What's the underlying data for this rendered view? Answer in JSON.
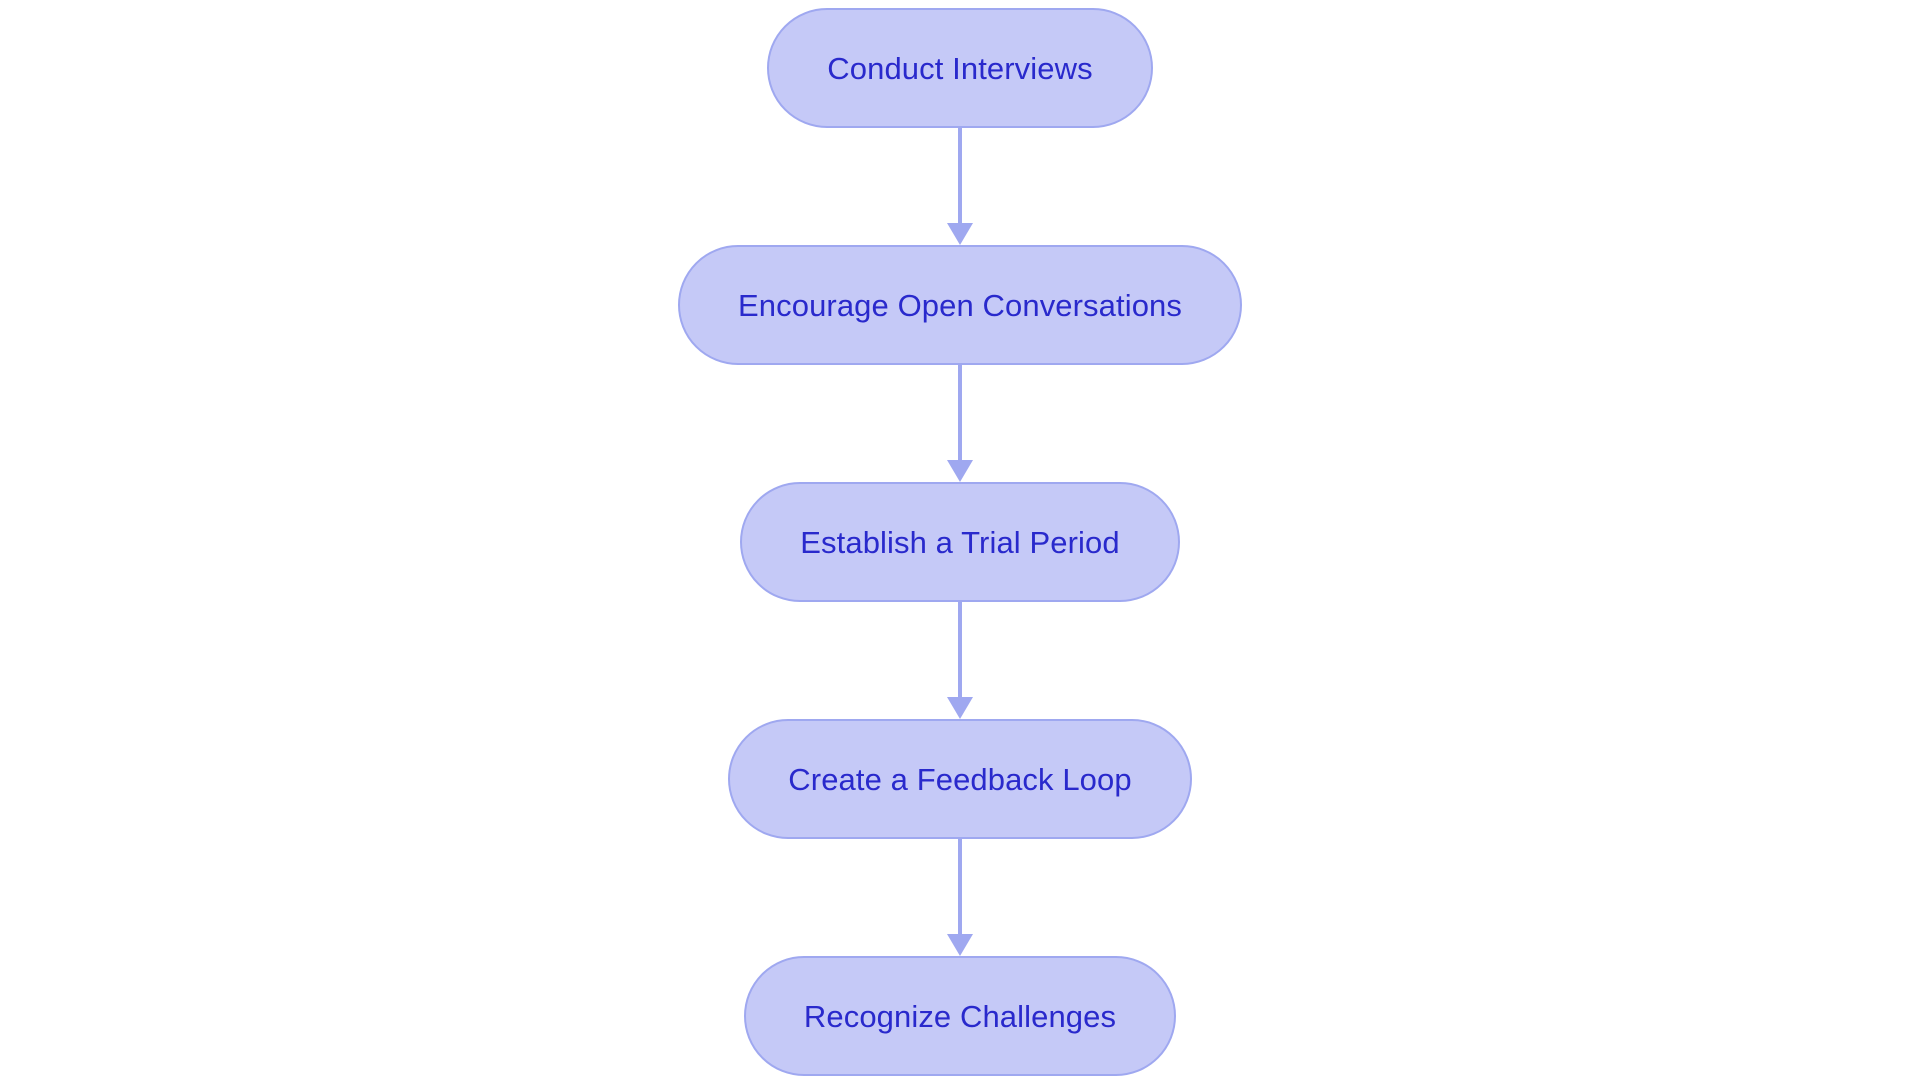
{
  "diagram": {
    "type": "flowchart",
    "orientation": "vertical-top-to-bottom",
    "background_color": "#ffffff",
    "node_fill_color": "#c5c9f7",
    "node_border_color": "#9fa8f0",
    "node_text_color": "#2929cc",
    "connector_color": "#9fa8f0",
    "node_shape": "pill",
    "nodes": [
      {
        "id": "node-1",
        "label": "Conduct Interviews"
      },
      {
        "id": "node-2",
        "label": "Encourage Open Conversations"
      },
      {
        "id": "node-3",
        "label": "Establish a Trial Period"
      },
      {
        "id": "node-4",
        "label": "Create a Feedback Loop"
      },
      {
        "id": "node-5",
        "label": "Recognize Challenges"
      }
    ],
    "edges": [
      {
        "id": "edge-1",
        "from": "node-1",
        "to": "node-2",
        "arrow": "down-arrow"
      },
      {
        "id": "edge-2",
        "from": "node-2",
        "to": "node-3",
        "arrow": "down-arrow"
      },
      {
        "id": "edge-3",
        "from": "node-3",
        "to": "node-4",
        "arrow": "down-arrow"
      },
      {
        "id": "edge-4",
        "from": "node-4",
        "to": "node-5",
        "arrow": "down-arrow"
      }
    ]
  }
}
